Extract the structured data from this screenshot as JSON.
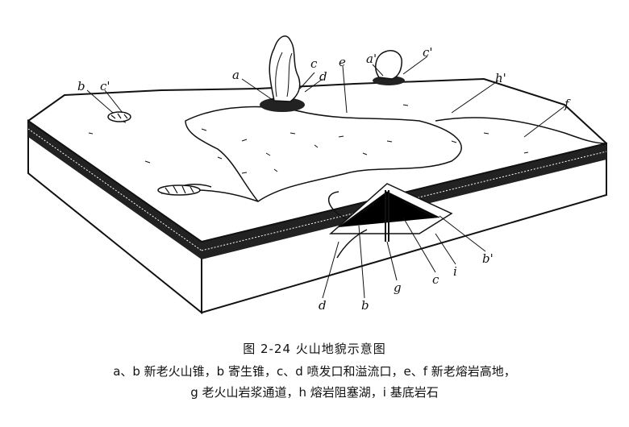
{
  "figure": {
    "title": "图 2-24   火山地貌示意图",
    "legend_line1": "a、b 新老火山锥，b 寄生锥，c、d 喷发口和溢流口，e、f 新老熔岩高地，",
    "legend_line2": "g 老火山岩浆通道，h 熔岩阻塞湖，i 基底岩石"
  },
  "labels": {
    "a": "a",
    "c": "c",
    "d": "d",
    "e": "e",
    "a_prime": "a'",
    "c_prime": "c'",
    "b": "b",
    "c_prime_left": "c'",
    "h_prime": "h'",
    "f": "f",
    "b_prime": "b'",
    "i": "i",
    "c_lower": "c",
    "g": "g",
    "b_lower": "b",
    "d_lower": "d"
  }
}
